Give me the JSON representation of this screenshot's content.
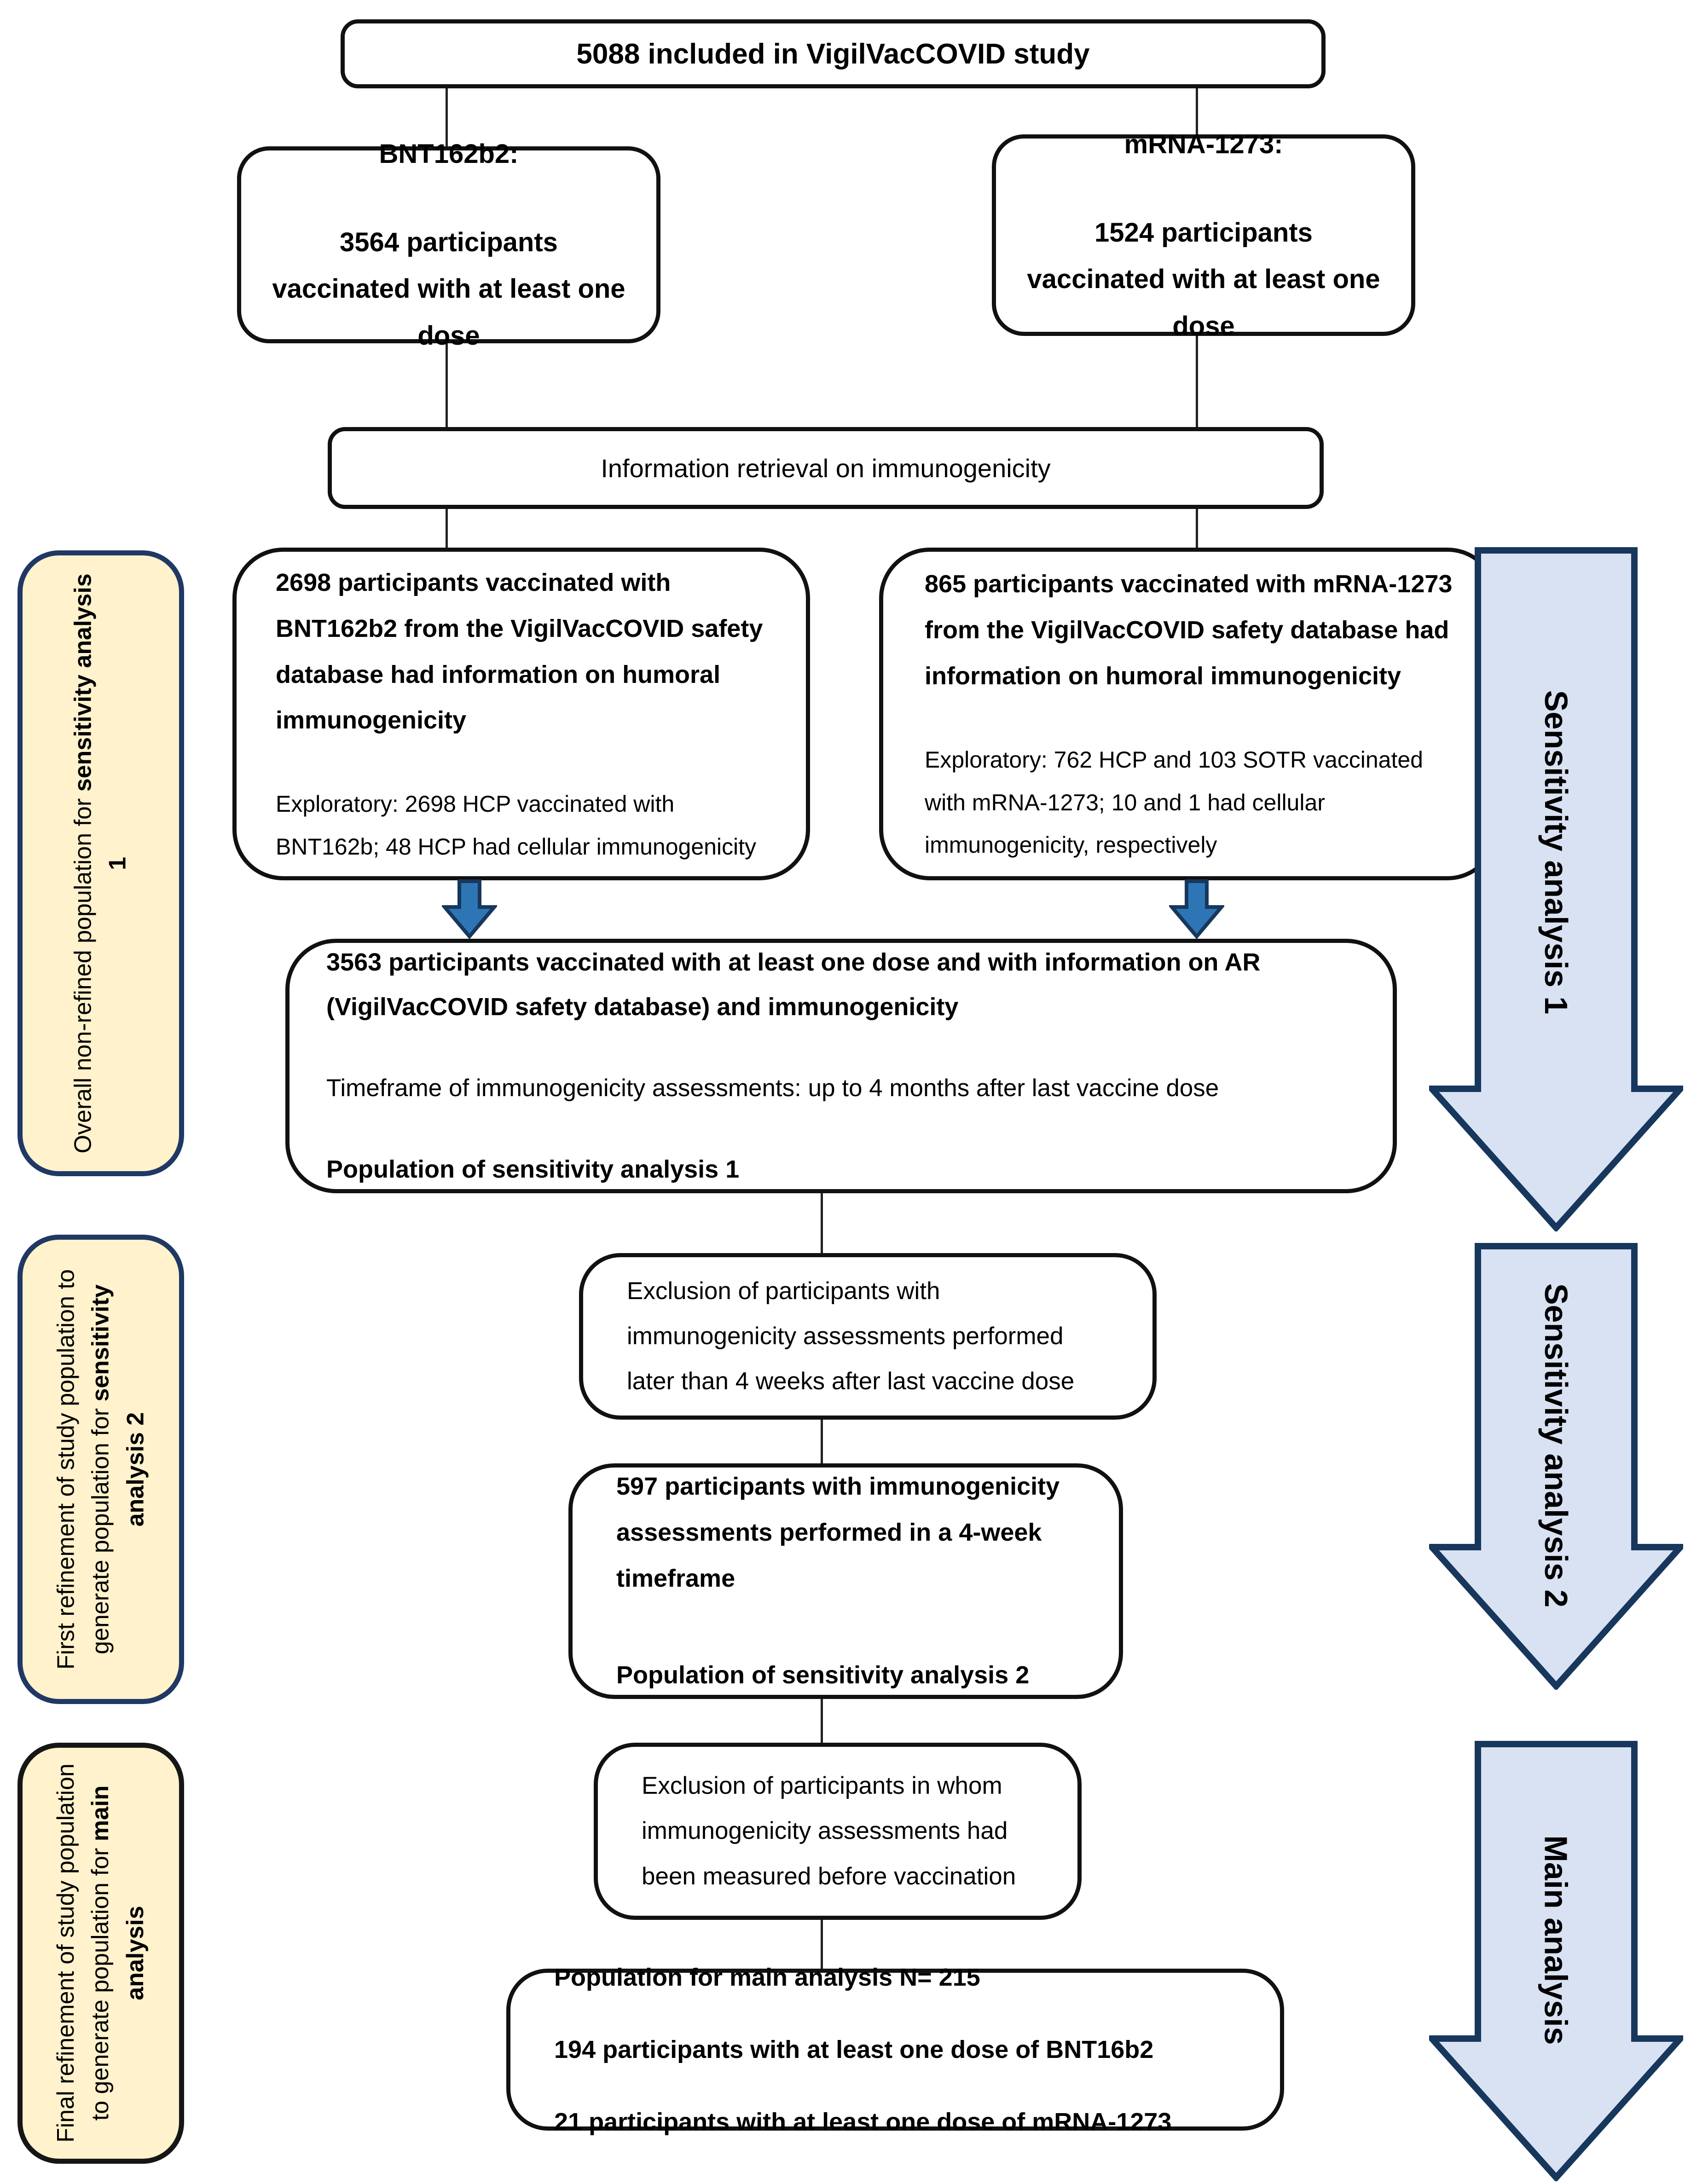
{
  "title_box": {
    "text": "5088 included in VigilVacCOVID study"
  },
  "branch_left": {
    "title": "BNT162b2:",
    "body": "3564 participants vaccinated with at least one dose"
  },
  "branch_right": {
    "title": "mRNA-1273:",
    "body": "1524 participants vaccinated with at least one dose"
  },
  "info_bar": {
    "text": "Information retrieval on immunogenicity"
  },
  "mid_left": {
    "main": "2698 participants vaccinated with BNT162b2 from the VigilVacCOVID safety database  had information on humoral immunogenicity",
    "exploratory": "Exploratory: 2698 HCP vaccinated with BNT162b; 48 HCP had cellular immunogenicity"
  },
  "mid_right": {
    "main": "865 participants vaccinated with mRNA-1273 from the VigilVacCOVID safety database  had information on humoral immunogenicity",
    "exploratory": "Exploratory: 762 HCP and 103 SOTR vaccinated with mRNA-1273; 10 and 1 had cellular immunogenicity, respectively"
  },
  "pooled_box": {
    "main": "3563 participants vaccinated with at least one dose and with information on AR (VigilVacCOVID safety database) and immunogenicity",
    "timeframe": "Timeframe of immunogenicity assessments: up to 4 months after last vaccine dose",
    "population": "Population of sensitivity analysis 1"
  },
  "exclusion_box_1": {
    "text": "Exclusion of participants with immunogenicity assessments performed later than 4 weeks after last vaccine dose"
  },
  "box_597": {
    "main": "597 participants with immunogenicity assessments performed in a 4-week timeframe",
    "population": "Population of sensitivity analysis 2"
  },
  "exclusion_box_2": {
    "text": "Exclusion of participants in whom immunogenicity assessments had been measured before vaccination"
  },
  "final_box": {
    "line1": "Population for main analysis N= 215",
    "line2": "194 participants with at least one dose of BNT16b2",
    "line3": "21 participants with at least one dose of mRNA-1273"
  },
  "sidebar_1": {
    "normal": "Overall non-refined population for ",
    "bold": "sensitivity analysis 1"
  },
  "sidebar_2": {
    "normal": "First refinement of study population to generate population for ",
    "bold": "sensitivity analysis 2"
  },
  "sidebar_3": {
    "normal": "Final refinement of study population to generate population for ",
    "bold": "main analysis"
  },
  "arrow_1": {
    "label": "Sensitivity analysis 1"
  },
  "arrow_2": {
    "label": "Sensitivity analysis 2"
  },
  "arrow_3": {
    "label": "Main analysis"
  },
  "colors": {
    "box_border": "#111111",
    "sidebar_fill": "#FFF2CC",
    "sidebar_border": "#1F3864",
    "big_arrow_fill": "#D9E2F3",
    "big_arrow_border": "#17375D",
    "small_arrow_fill": "#2E75B6",
    "small_arrow_border": "#17375D",
    "connector": "#222222"
  }
}
